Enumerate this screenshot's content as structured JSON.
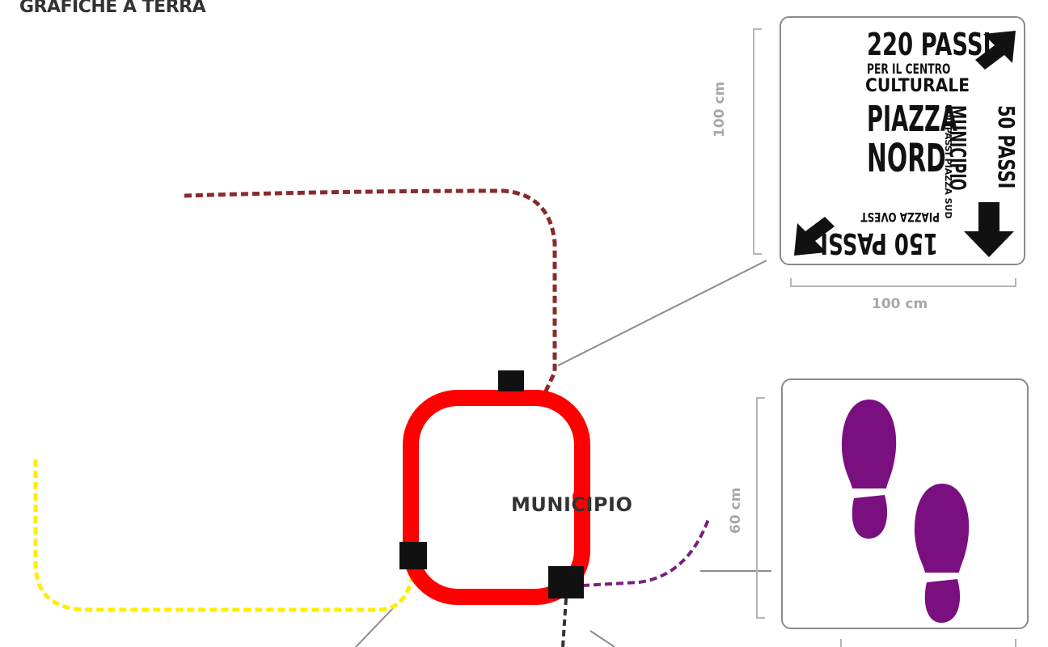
{
  "title": "GRAFICHE A TERRA",
  "map": {
    "building_label": "MUNICIPIO"
  },
  "sign1": {
    "top_line1": "220 PASSI",
    "top_line2": "PER IL CENTRO",
    "top_line3": "CULTURALE",
    "center_line1": "PIAZZA",
    "center_line2": "NORD",
    "right_line1": "50 PASSI",
    "right_line2": "MUNICIPIO",
    "right_line3": "100 PASSI PIAZZA SUD",
    "bottom_line1": "150 PASSI",
    "bottom_line2": "PIAZZA OVEST",
    "height_label": "100 cm",
    "width_label": "100 cm"
  },
  "sign2": {
    "height_label": "60 cm"
  },
  "colors": {
    "ring": "#ff0000",
    "path_north": "#8b2a2a",
    "path_west": "#ffee00",
    "path_east": "#7b1f7b",
    "footprint": "#7a0f80"
  }
}
